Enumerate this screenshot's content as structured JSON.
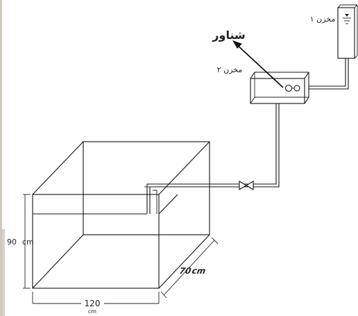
{
  "labels": {
    "float": "شناور",
    "tank1": "مخزن ۱",
    "tank2": "مخزن ۲",
    "height_value": "90",
    "height_unit": "cm",
    "depth_value": "70",
    "depth_unit": "cm",
    "width_value": "120",
    "width_unit": "cm"
  },
  "colors": {
    "line": "#111111",
    "edge_shadow": "#9a9a9a",
    "edge_shadow_light": "#d8d0c4"
  },
  "icons": {
    "valve": "bowtie-valve-icon",
    "float_ball": "float-ball-icon",
    "water_level": "water-level-icon"
  }
}
